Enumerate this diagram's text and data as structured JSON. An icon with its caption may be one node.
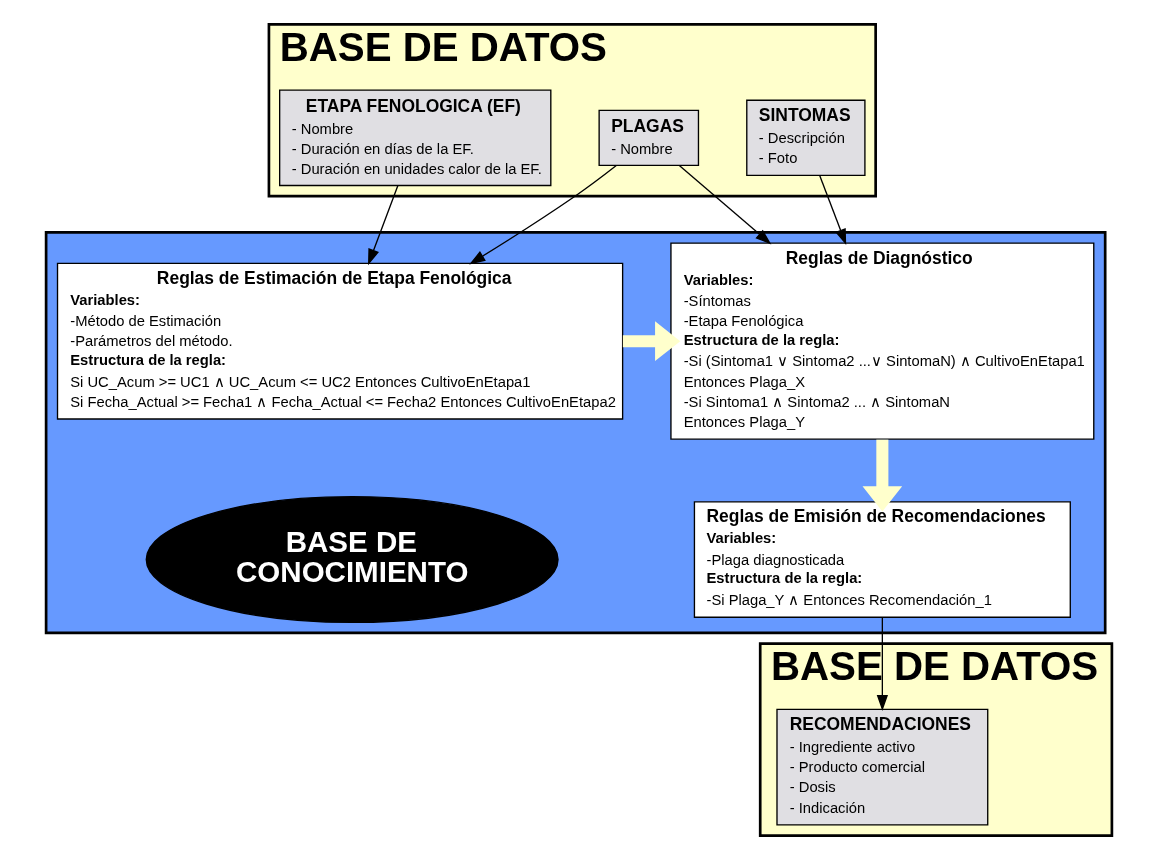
{
  "diagram": {
    "nodes": [
      {
        "text": [
          "BASE DE DATOS"
        ]
      },
      {
        "text": [
          "SINTOMAS",
          "- Descripción",
          "- Foto"
        ],
        "in": 0
      },
      {
        "text": [
          "PLAGAS",
          "- Nombre"
        ],
        "in": 0
      },
      {
        "text": [
          "ETAPA FENOLOGICA (EF)",
          "- Nombre",
          "- Duración en días de la EF.",
          "- Duración en unidades calor de la EF."
        ],
        "in": 0
      },
      {
        "text": [],
        "shape": "box"
      },
      {
        "text": [
          "Reglas de Diagnóstico",
          "Variables:",
          "-Síntomas",
          "-Etapa Fenológica",
          "Estructura de la regla:",
          "-Si (Sintoma1 ∨ Sintoma2 ...∨ SintomaN) ∧ CultivoEnEtapa1",
          "Entonces Plaga_X",
          "-Si Sintoma1 ∧ Sintoma2 ... ∧ SintomaN",
          "Entonces Plaga_Y"
        ],
        "in": 4
      },
      {
        "text": [
          "Reglas de Estimación de Etapa Fenológica",
          "Variables:",
          "-Método de Estimación",
          "-Parámetros del método.",
          "Estructura de la regla:",
          "Si UC_Acum >= UC1 ∧ UC_Acum <= UC2 Entonces CultivoEnEtapa1",
          "Si Fecha_Actual >= Fecha1 ∧ Fecha_Actual <= Fecha2 Entonces CultivoEnEtapa2"
        ],
        "in": 4
      },
      {
        "text": [
          "Reglas de Emisión de Recomendaciones",
          "Variables:",
          "-Plaga diagnosticada",
          "Estructura de la regla:",
          "-Si Plaga_Y ∧ Entonces Recomendación_1"
        ],
        "in": 4
      },
      {
        "text": [
          "BASE DE CONOCIMIENTO"
        ],
        "in": 4
      },
      {
        "text": [
          "BASE DE DATOS"
        ]
      },
      {
        "text": [
          "RECOMENDACIONES",
          "- Ingrediente activo",
          "- Producto comercial",
          "- Dosis",
          "- Indicación"
        ],
        "in": 9
      }
    ],
    "edges": [
      {
        "from": 1,
        "to": 5,
        "arrow": "to"
      },
      {
        "from": 2,
        "to": 5,
        "arrow": "to"
      },
      {
        "from": 2,
        "to": 6,
        "arrow": "to"
      },
      {
        "from": 3,
        "to": 6,
        "arrow": "to"
      },
      {
        "from": 6,
        "to": 5,
        "arrow": "to",
        "style": "thick",
        "color": "#ffffcc"
      },
      {
        "from": 5,
        "to": 7,
        "arrow": "to",
        "style": "thick",
        "color": "#ffffcc"
      },
      {
        "from": 7,
        "to": 10,
        "arrow": "to"
      }
    ]
  }
}
